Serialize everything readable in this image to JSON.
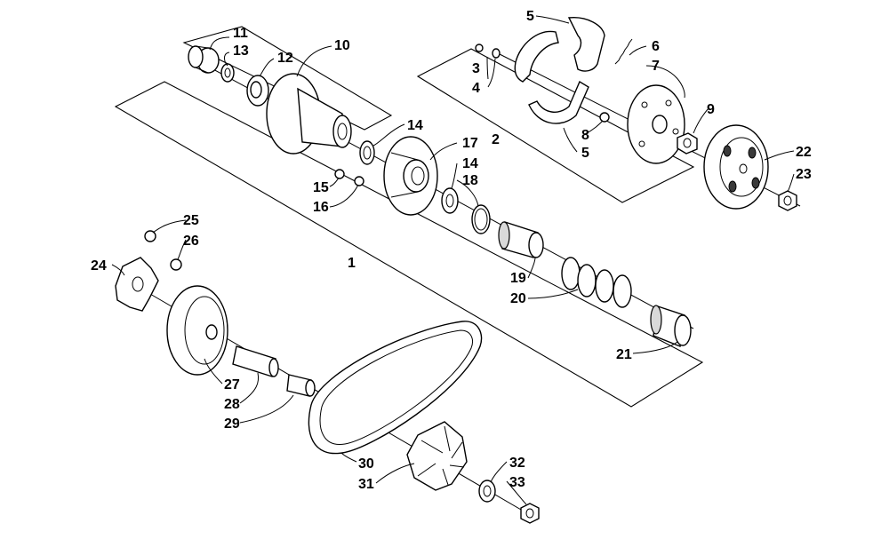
{
  "diagram": {
    "labels": {
      "l1": "1",
      "l2": "2",
      "l3": "3",
      "l4": "4",
      "l5a": "5",
      "l5b": "5",
      "l6": "6",
      "l7": "7",
      "l8": "8",
      "l9": "9",
      "l10": "10",
      "l11": "11",
      "l12": "12",
      "l13": "13",
      "l14a": "14",
      "l14b": "14",
      "l15": "15",
      "l16": "16",
      "l17": "17",
      "l18": "18",
      "l19": "19",
      "l20": "20",
      "l21": "21",
      "l22": "22",
      "l23": "23",
      "l24": "24",
      "l25": "25",
      "l26": "26",
      "l27": "27",
      "l28": "28",
      "l29": "29",
      "l30": "30",
      "l31": "31",
      "l32": "32",
      "l33": "33"
    }
  }
}
